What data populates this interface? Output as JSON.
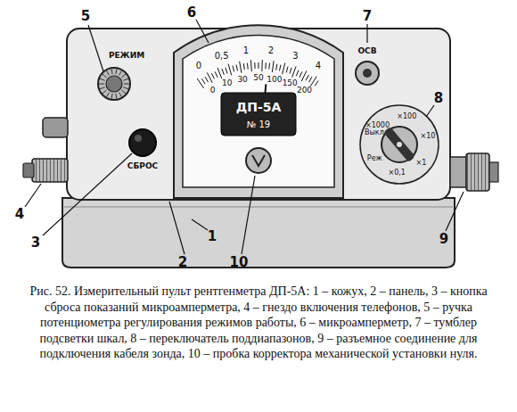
{
  "diagram": {
    "caption": "Рис. 52. Измерительный пульт рентгенметра ДП-5А: 1 – кожух, 2 – панель, 3 – кнопка сброса показаний микроамперметра, 4 – гнездо включения телефонов, 5 – ручка потенциометра регулирования режимов работы, 6 – микроамперметр, 7 – тумблер подсветки шкал, 8 – переключатель поддиапазонов, 9 – разъемное соединение для подключения кабеля зонда, 10 – пробка корректора механической установки нуля.",
    "labels": [
      "5",
      "РЕЖИМ",
      "6",
      "7",
      "ОСВ",
      "0",
      "0,5",
      "1",
      "2",
      "3",
      "4",
      "0",
      "10",
      "30",
      "50",
      "100",
      "150",
      "200",
      "ДП-5А",
      "№ 19",
      "8",
      "×1000",
      "×100",
      "×10",
      "×1",
      "×0,1",
      "Реж",
      "Выкл",
      "СБРОС",
      "4",
      "3",
      "2",
      "1",
      "10",
      "9"
    ]
  }
}
